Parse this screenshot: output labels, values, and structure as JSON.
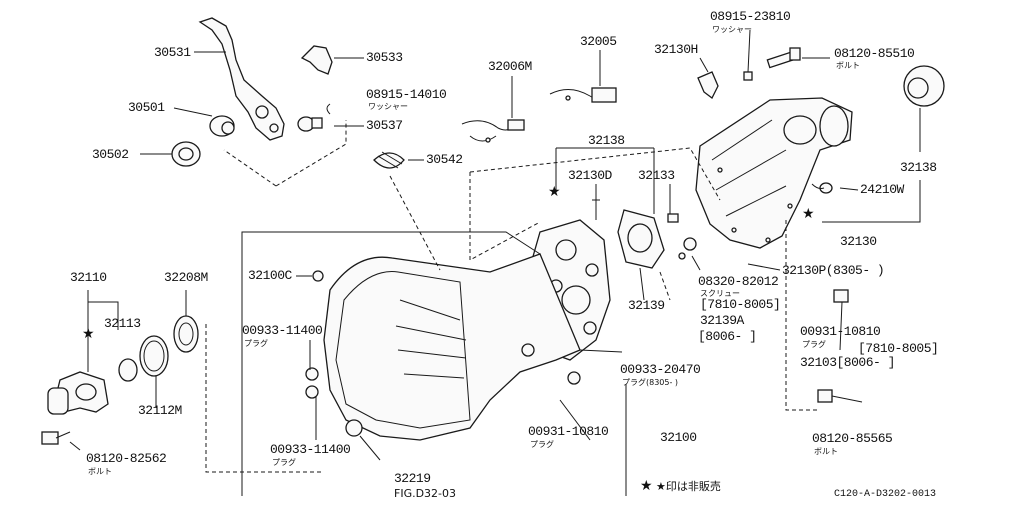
{
  "diagram": {
    "labels": {
      "p30531": "30531",
      "p30533": "30533",
      "p30501": "30501",
      "p30502": "30502",
      "p30537": "30537",
      "p30542": "30542",
      "p08915_14010": "08915-14010",
      "washer_a": "ワッシャー",
      "p32006m": "32006M",
      "p32005": "32005",
      "p32130h": "32130H",
      "p08915_23810": "08915-23810",
      "washer_b": "ワッシャー",
      "p08120_85510": "08120-85510",
      "bolt_a": "ボルト",
      "p32138_left": "32138",
      "p32138_right": "32138",
      "p32130d": "32130D",
      "p32133": "32133",
      "p24210w": "24210W",
      "p32130": "32130",
      "p32110": "32110",
      "p32208m": "32208M",
      "p32100c": "32100C",
      "p32130p": "32130P(8305-  )",
      "p08320_82012": "08320-82012",
      "screw": "スクリュー",
      "r7810_8005_a": "[7810-8005]",
      "p32139a": "32139A",
      "r8006_a": "[8006-    ]",
      "p32139": "32139",
      "p32113": "32113",
      "p00933_11400_a": "00933-11400",
      "plug_a": "プラグ",
      "p00931_10810_a": "00931-10810",
      "plug_b": "プラグ",
      "r7810_8005_b": "[7810-8005]",
      "p32103": "32103[8006-    ]",
      "p00933_20470": "00933-20470",
      "plug_c": "プラグ(8305-  )",
      "p32112m": "32112M",
      "p00931_10810_b": "00931-10810",
      "plug_d": "プラグ",
      "p32100": "32100",
      "p08120_85565": "08120-85565",
      "bolt_b": "ボルト",
      "p08120_82562": "08120-82562",
      "bolt_c": "ボルト",
      "p00933_11400_b": "00933-11400",
      "plug_e": "プラグ",
      "p32219": "32219",
      "fig": "FIG.D32-03",
      "note": "★印は非販売",
      "code": "C120-A-D3202-0013"
    }
  }
}
